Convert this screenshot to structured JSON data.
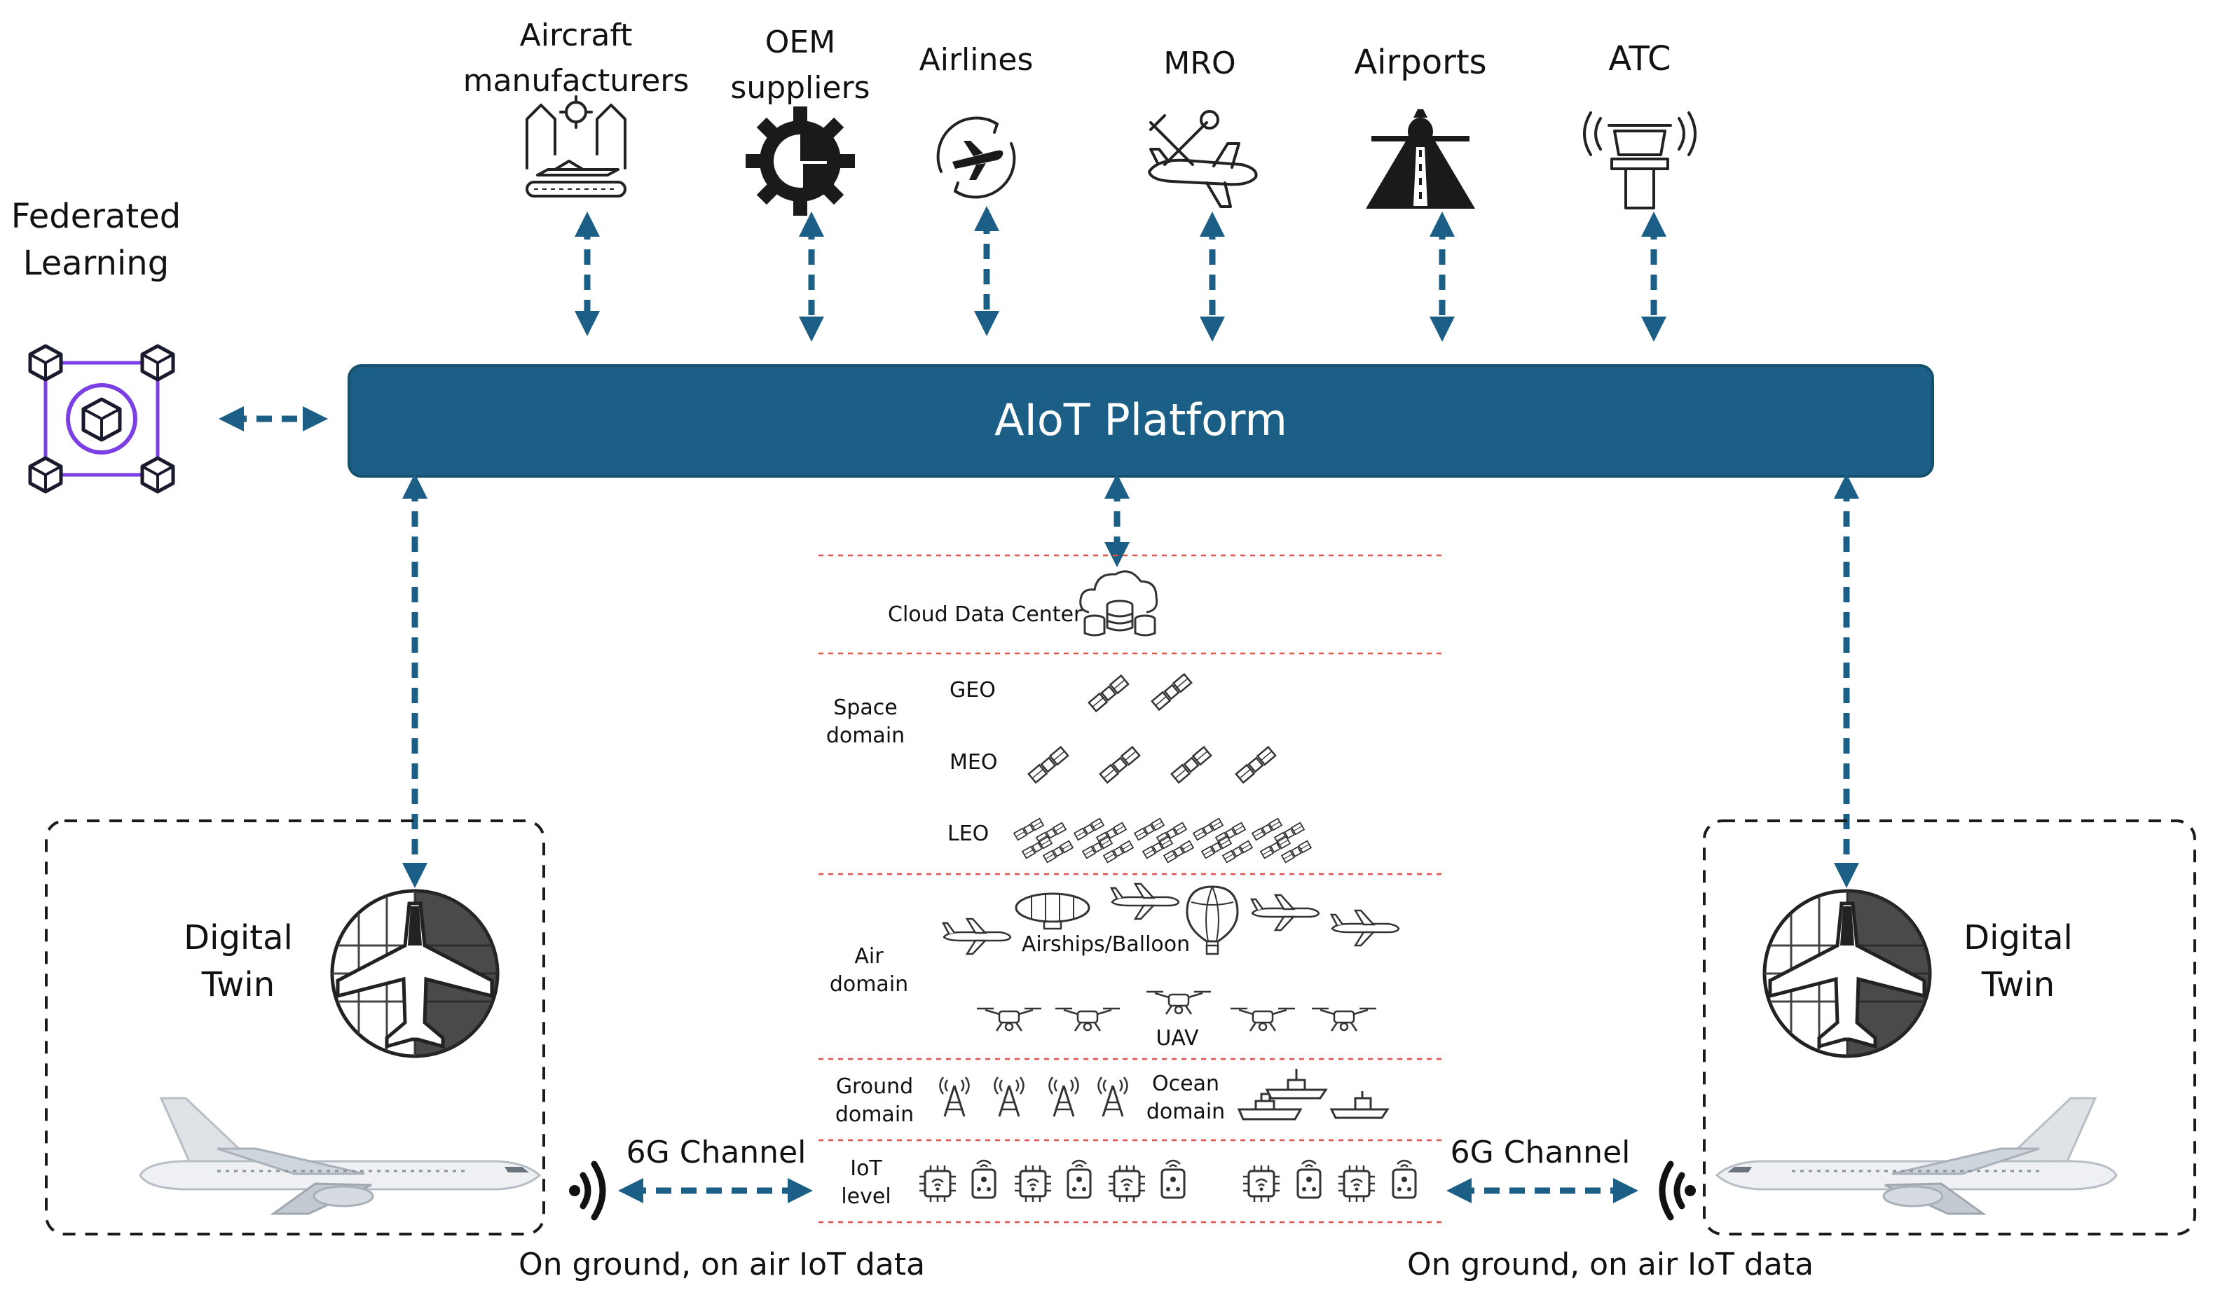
{
  "stakeholders": [
    {
      "line1": "Aircraft",
      "line2": "manufacturers",
      "icon": "factory-robot-icon"
    },
    {
      "line1": "OEM",
      "line2": "suppliers",
      "icon": "gear-icon"
    },
    {
      "line1": "Airlines",
      "line2": "",
      "icon": "plane-globe-icon"
    },
    {
      "line1": "MRO",
      "line2": "",
      "icon": "plane-wrench-icon"
    },
    {
      "line1": "Airports",
      "line2": "",
      "icon": "runway-plane-icon"
    },
    {
      "line1": "ATC",
      "line2": "",
      "icon": "control-tower-icon"
    }
  ],
  "federated": {
    "line1": "Federated",
    "line2": "Learning",
    "icon": "network-cube-icon"
  },
  "platform": {
    "label": "AIoT Platform",
    "color": "#1c5f86"
  },
  "layers": {
    "cloud": "Cloud Data Center",
    "space": {
      "line1": "Space",
      "line2": "domain",
      "geo": "GEO",
      "meo": "MEO",
      "leo": "LEO"
    },
    "air": {
      "line1": "Air",
      "line2": "domain",
      "airships": "Airships/Balloon",
      "uav": "UAV"
    },
    "ground": {
      "line1": "Ground",
      "line2": "domain"
    },
    "ocean": {
      "line1": "Ocean",
      "line2": "domain"
    },
    "iot": {
      "line1": "IoT",
      "line2": "level"
    }
  },
  "digital_twin": {
    "line1": "Digital",
    "line2": "Twin"
  },
  "channel_label": "6G Channel",
  "footer_label": "On ground, on air IoT data",
  "colors": {
    "arrow": "#1c5f86",
    "separator": "#d9534f",
    "accent_purple": "#7b3fe4"
  }
}
